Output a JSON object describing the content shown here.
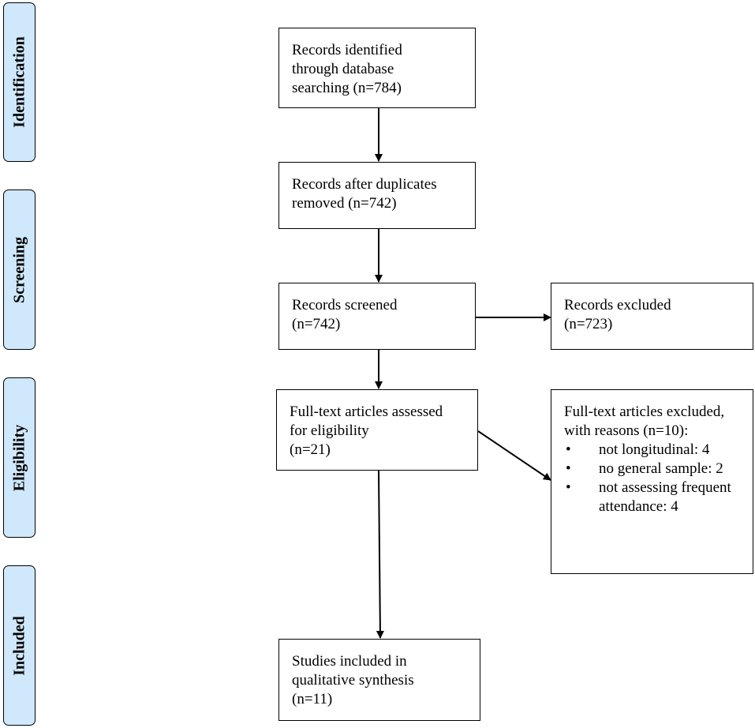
{
  "phases": [
    {
      "id": "identification",
      "label": "Identification"
    },
    {
      "id": "screening",
      "label": "Screening"
    },
    {
      "id": "eligibility",
      "label": "Eligibility"
    },
    {
      "id": "included",
      "label": "Included"
    }
  ],
  "boxes": {
    "identified": "Records identified\nthrough database\nsearching (n=784)",
    "after_duplicates": "Records after duplicates\nremoved (n=742)",
    "screened": "Records screened\n(n=742)",
    "excluded": "Records excluded\n(n=723)",
    "full_text_assessed": "Full-text articles assessed\nfor eligibility\n(n=21)",
    "full_text_excluded": {
      "heading": "Full-text articles excluded,\nwith reasons (n=10):",
      "reasons": [
        "not longitudinal: 4",
        "no general sample: 2",
        "not assessing frequent attendance: 4"
      ]
    },
    "included": "Studies included in\nqualitative synthesis\n(n=11)"
  }
}
